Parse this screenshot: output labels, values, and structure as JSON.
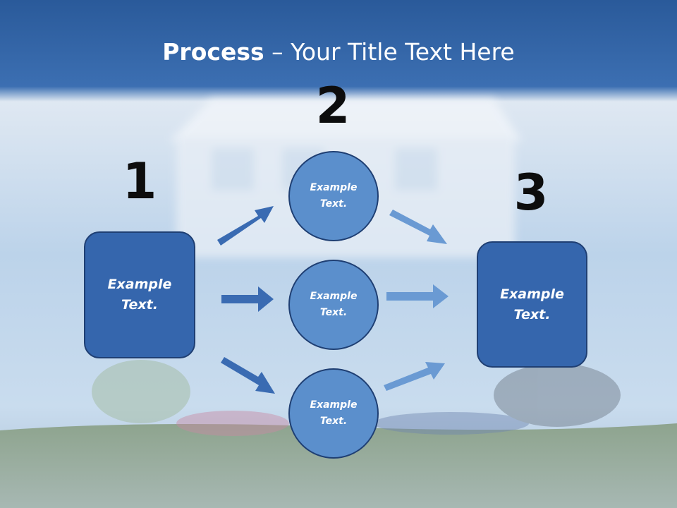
{
  "title": {
    "bold": "Process",
    "rest": " – Your Title Text Here"
  },
  "steps": {
    "n1": "1",
    "n2": "2",
    "n3": "3"
  },
  "left_box": {
    "text": "Example Text."
  },
  "right_box": {
    "text": "Example Text."
  },
  "circles": [
    {
      "text": "Example Text."
    },
    {
      "text": "Example Text."
    },
    {
      "text": "Example Text."
    }
  ],
  "colors": {
    "box": "#3566ad",
    "circle": "#5b8fcc",
    "arrow_dark": "#3a6bb2",
    "arrow_light": "#6a9ad3",
    "header": "#2f5f9e"
  }
}
